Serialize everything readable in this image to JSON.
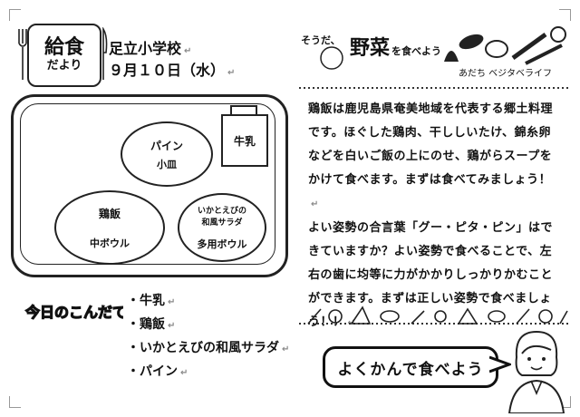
{
  "header": {
    "badge_line1": "給食",
    "badge_line2": "だより",
    "school": "足立小学校",
    "date": "９月１０日（水）"
  },
  "tray": {
    "milk_label": "牛乳",
    "kozara": {
      "food": "パイン",
      "dish": "小皿"
    },
    "chu_bowl": {
      "food": "鶏飯",
      "dish": "中ボウル"
    },
    "tayou_bowl": {
      "food_line1": "いかとえびの",
      "food_line2": "和風サラダ",
      "dish": "多用ボウル"
    }
  },
  "menu": {
    "title": "今日のこんだて",
    "items": [
      "・牛乳",
      "・鶏飯",
      "・いかとえびの和風サラダ",
      "・パイン"
    ]
  },
  "banner": {
    "prefix": "そうだ、",
    "main": "野菜",
    "suffix": "を食べよう",
    "subtitle": "あだち ベジタベライフ"
  },
  "article": {
    "p1": "鶏飯は鹿児島県奄美地域を代表する郷土料理です。ほぐした鶏肉、干ししいたけ、錦糸卵などを白いご飯の上にのせ、鶏がらスープをかけて食べます。まずは食べてみましょう！",
    "p2": "よい姿勢の合言葉「グー・ピタ・ピン」はできていますか？よい姿勢で食べることで、左右の歯に均等に力がかかりしっかりかむことができます。まずは正しい姿勢で食べましょう！！"
  },
  "bubble": {
    "text": "よくかんで食べよう"
  }
}
